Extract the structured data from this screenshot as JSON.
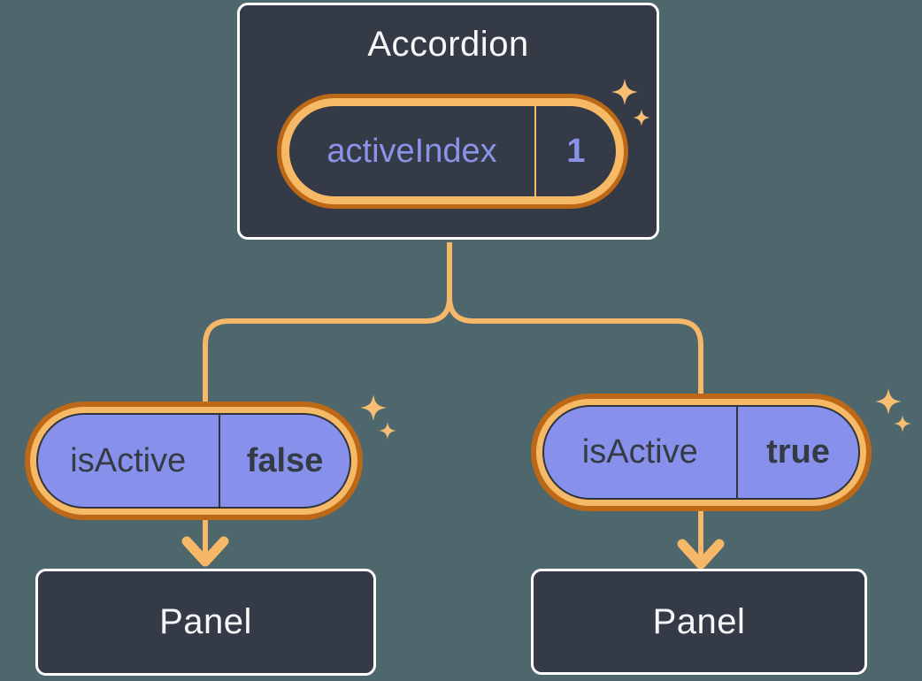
{
  "colors": {
    "background": "#4D676D",
    "box_fill": "#343A46",
    "box_border": "#FFFFFF",
    "text_light": "#F6F7F9",
    "prop_text_dark": "#353B44",
    "prop_text_purple": "#8A93E8",
    "pill_fill_purple": "#8791EC",
    "ring_light_orange": "#F6BA67",
    "ring_dark_orange": "#BC6817",
    "connector_orange": "#F6B768",
    "sparkle_orange": "#F6BD73",
    "pill_dark_line": "#2F343D"
  },
  "root_component": {
    "title": "Accordion",
    "prop_name": "activeIndex",
    "prop_value": "1"
  },
  "children": [
    {
      "prop_name": "isActive",
      "prop_value": "false",
      "panel_label": "Panel"
    },
    {
      "prop_name": "isActive",
      "prop_value": "true",
      "panel_label": "Panel"
    }
  ]
}
